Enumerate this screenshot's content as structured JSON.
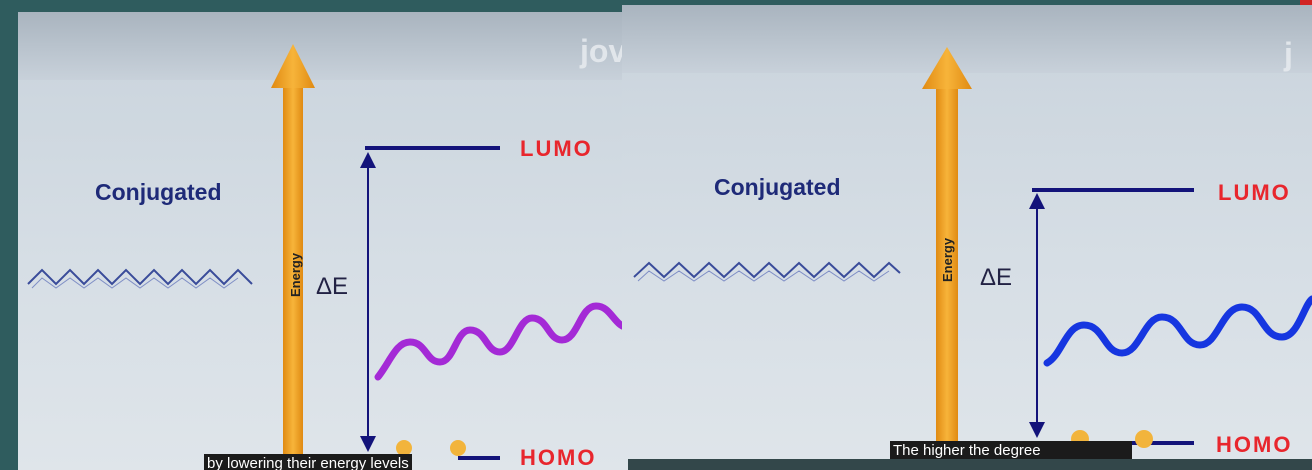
{
  "colors": {
    "energy_arrow": "#f0a428",
    "level_line": "#13137a",
    "lumo_label": "#e8262d",
    "homo_label": "#e8262d",
    "wave_left": "#a42ad6",
    "wave_right": "#1636e0",
    "electron": "#f2b43c"
  },
  "frames": [
    {
      "molecule_label": "Conjugated",
      "axis_label": "Energy",
      "gap_label": "ΔE",
      "upper_level": "LUMO",
      "lower_level": "HOMO",
      "caption": "by lowering their energy levels",
      "watermark": "jov"
    },
    {
      "molecule_label": "Conjugated",
      "axis_label": "Energy",
      "gap_label": "ΔE",
      "upper_level": "LUMO",
      "lower_level": "HOMO",
      "caption": "The higher the degree",
      "watermark": "j"
    }
  ]
}
